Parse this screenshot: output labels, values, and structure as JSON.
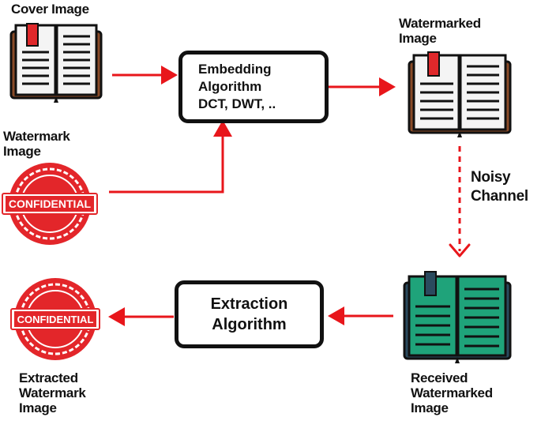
{
  "labels": {
    "cover_image": "Cover Image",
    "watermark_image": "Watermark\nImage",
    "watermarked_image": "Watermarked\nImage",
    "noisy_channel": "Noisy\nChannel",
    "received_watermarked_image": "Received\nWatermarked\nImage",
    "extracted_watermark_image": "Extracted\nWatermark\nImage"
  },
  "boxes": {
    "embedding": "Embedding\nAlgorithm\nDCT, DWT, ..",
    "extraction": "Extraction\nAlgorithm"
  },
  "stamps": {
    "top": "CONFIDENTIAL",
    "bottom": "CONFIDENTIAL"
  },
  "colors": {
    "arrow": "#e8161b",
    "stamp": "#e3262a",
    "book_cover_brown": "#8a4b28",
    "book_cover_teal": "#2a4a5e",
    "page_teal": "#1fa37a",
    "bookmark_red": "#e0282b"
  },
  "icons": [
    "book-icon",
    "confidential-stamp-icon",
    "arrow-icon"
  ]
}
